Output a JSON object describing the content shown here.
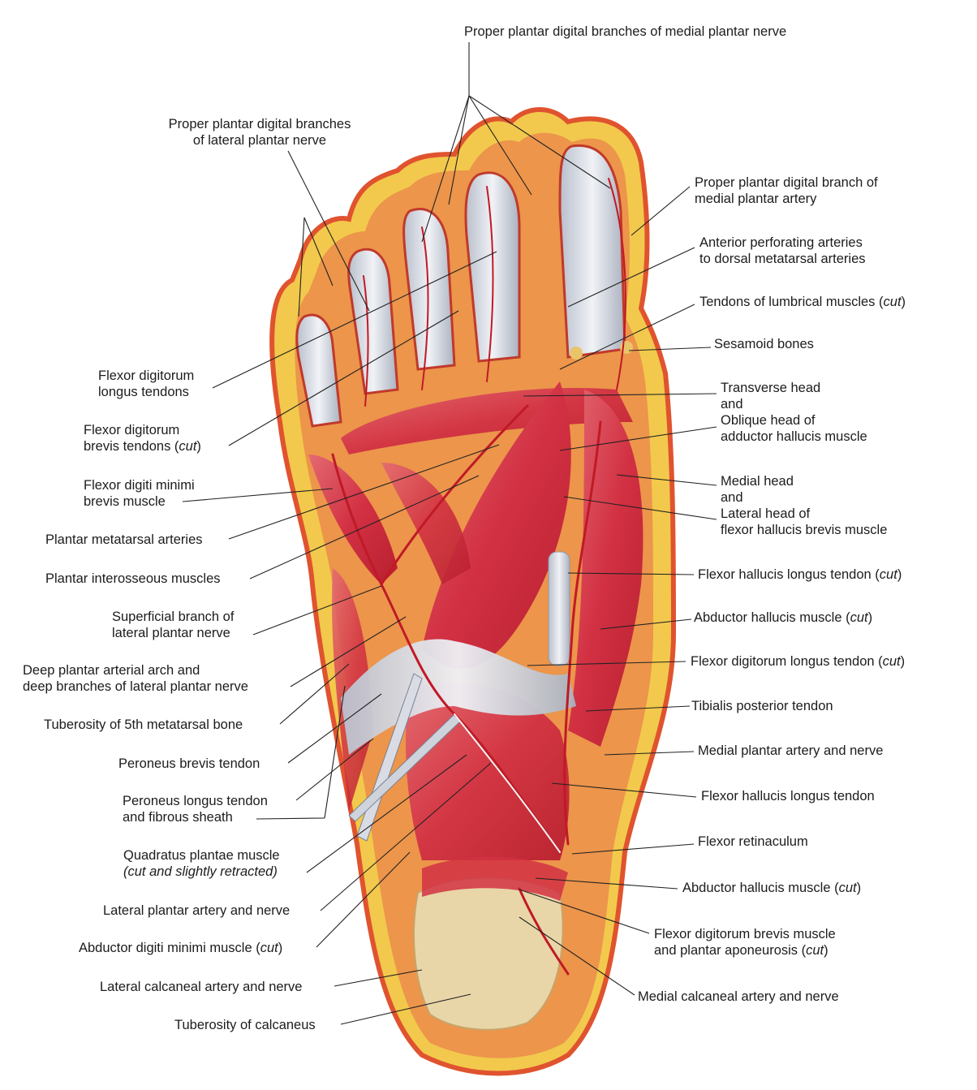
{
  "labels": {
    "top_medial_digital_nerve": [
      "Proper plantar digital branches of medial plantar nerve"
    ],
    "lateral_digital_nerve": [
      "Proper plantar digital branches",
      "of lateral plantar nerve"
    ],
    "medial_digital_artery": [
      "Proper plantar digital branch of",
      "medial plantar artery"
    ],
    "anterior_perforating": [
      "Anterior perforating arteries",
      "to dorsal metatarsal arteries"
    ],
    "lumbrical_tendons": [
      "Tendons of lumbrical muscles (",
      "cut",
      ")"
    ],
    "sesamoid": [
      "Sesamoid bones"
    ],
    "transverse_head": [
      "Transverse head",
      "and",
      "Oblique head of",
      "adductor hallucis muscle"
    ],
    "fhb_heads": [
      "Medial head",
      "and",
      "Lateral head of",
      "flexor hallucis brevis muscle"
    ],
    "fhl_tendon_cut": [
      "Flexor hallucis longus tendon (",
      "cut",
      ")"
    ],
    "abductor_hallucis_cut_upper": [
      "Abductor hallucis muscle (",
      "cut",
      ")"
    ],
    "fdl_tendon_cut": [
      "Flexor digitorum longus tendon (",
      "cut",
      ")"
    ],
    "tibialis_posterior": [
      "Tibialis posterior tendon"
    ],
    "medial_plantar": [
      "Medial plantar artery and nerve"
    ],
    "fhl_tendon": [
      "Flexor hallucis longus tendon"
    ],
    "flexor_retinaculum": [
      "Flexor retinaculum"
    ],
    "abductor_hallucis_cut_lower": [
      "Abductor hallucis muscle (",
      "cut",
      ")"
    ],
    "fdb_aponeurosis": [
      "Flexor digitorum brevis muscle",
      "and plantar aponeurosis (",
      "cut",
      ")"
    ],
    "medial_calcaneal": [
      "Medial calcaneal artery and nerve"
    ],
    "fdl_tendons": [
      "Flexor digitorum",
      "longus tendons"
    ],
    "fdb_tendons": [
      "Flexor digitorum",
      "brevis tendons (",
      "cut",
      ")"
    ],
    "fdm_brevis": [
      "Flexor digiti minimi",
      "brevis muscle"
    ],
    "plantar_metatarsal": [
      "Plantar metatarsal arteries"
    ],
    "plantar_interosseous": [
      "Plantar interosseous muscles"
    ],
    "superficial_branch": [
      "Superficial branch of",
      "lateral plantar nerve"
    ],
    "deep_arch": [
      "Deep plantar arterial arch and",
      "deep branches of lateral plantar nerve"
    ],
    "tuberosity_5th": [
      "Tuberosity of 5th metatarsal bone"
    ],
    "peroneus_brevis": [
      "Peroneus brevis tendon"
    ],
    "peroneus_longus": [
      "Peroneus longus tendon",
      "and fibrous sheath"
    ],
    "quadratus": [
      "Quadratus plantae muscle",
      "(cut and slightly retracted)"
    ],
    "lateral_plantar": [
      "Lateral plantar artery and nerve"
    ],
    "abductor_digiti_minimi": [
      "Abductor digiti minimi muscle (",
      "cut",
      ")"
    ],
    "lateral_calcaneal": [
      "Lateral calcaneal artery and nerve"
    ],
    "tuberosity_calcaneus": [
      "Tuberosity of calcaneus"
    ]
  },
  "colors": {
    "skin_fat": "#f2c94c",
    "skin_edge": "#e0532f",
    "muscle": "#d8384a",
    "muscle_light": "#e87a80",
    "tendon": "#d9dce4",
    "bone": "#e9d6a8",
    "artery": "#c01a26"
  }
}
